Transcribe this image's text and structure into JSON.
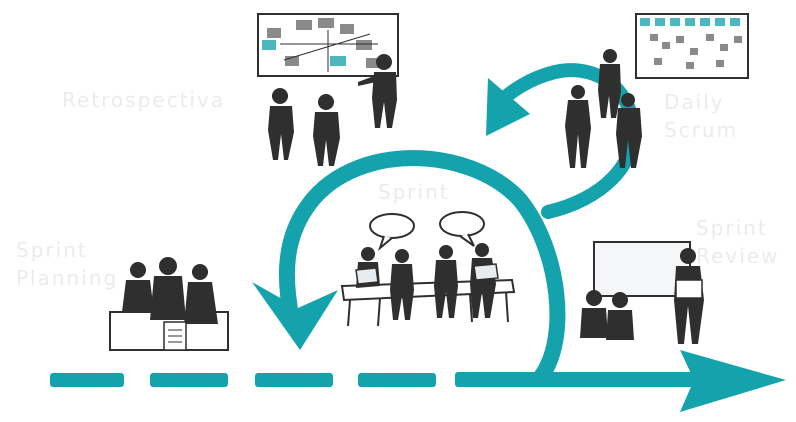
{
  "labels": {
    "retrospective": "Retrospectiva",
    "daily_1": "Daily",
    "daily_2": "Scrum",
    "sprint": "Sprint",
    "planning_1": "Sprint",
    "planning_2": "Planning",
    "review_1": "Sprint",
    "review_2": "Review"
  },
  "colors": {
    "teal": "#14a3ad",
    "dark": "#2f2f2f",
    "screen_teal": "#4db7c0",
    "screen_gray": "#8a8a8a",
    "label": "#e9ecef"
  },
  "icons": [
    "person-figure-icon",
    "speech-bubble-icon",
    "laptop-icon",
    "whiteboard-icon",
    "kanban-board-icon",
    "presentation-screen-icon"
  ]
}
